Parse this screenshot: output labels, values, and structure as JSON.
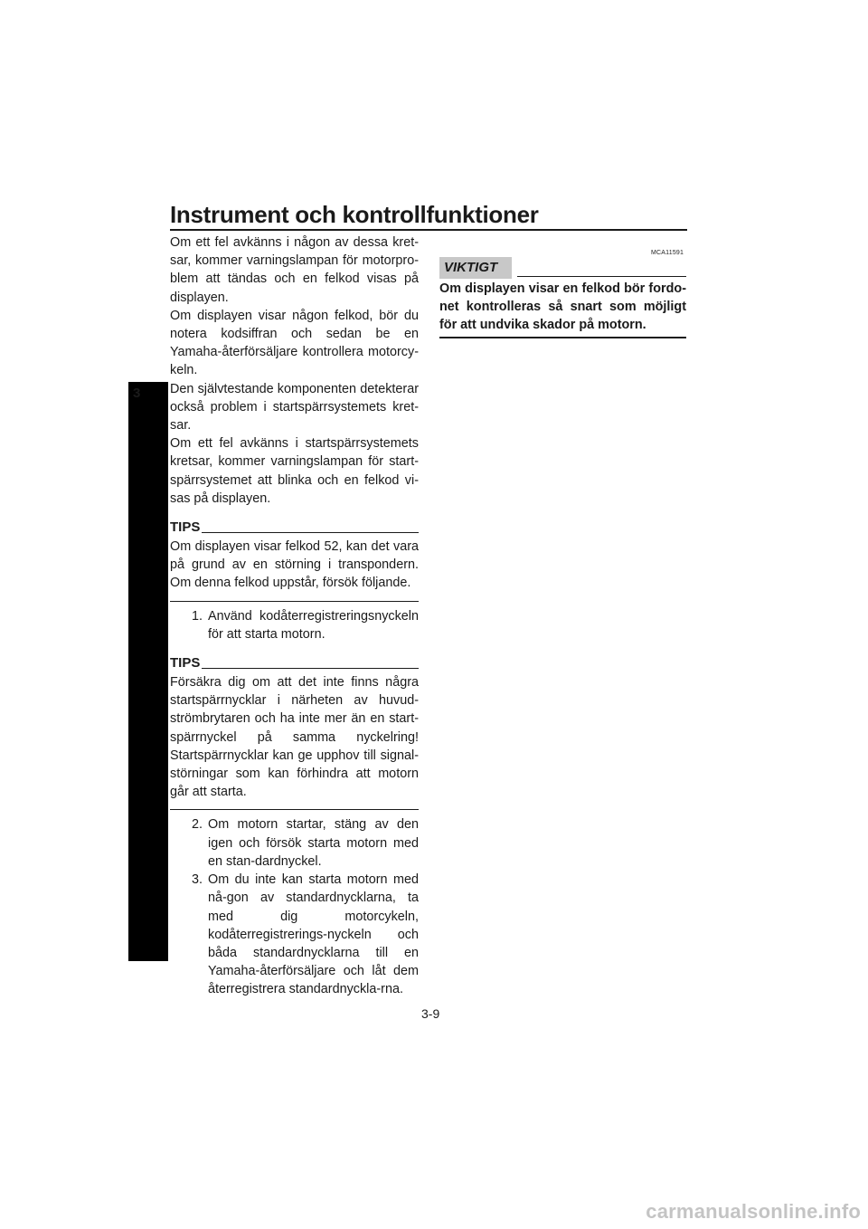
{
  "header": {
    "title": "Instrument och kontrollfunktioner",
    "chapter": "3"
  },
  "left_column": {
    "paragraphs": [
      "Om ett fel avkänns i någon av dessa kret-sar, kommer varningslampan för motorpro-blem att tändas och en felkod visas på displayen.",
      "Om displayen visar någon felkod, bör du notera kodsiffran och sedan be en Yamaha-återförsäljare kontrollera motorcy-keln.",
      "Den självtestande komponenten detekterar också problem i startspärrsystemets kret-sar.",
      "Om ett fel avkänns i startspärrsystemets kretsar, kommer varningslampan för start-spärrsystemet att blinka och en felkod vi-sas på displayen."
    ],
    "tips1": {
      "label": "TIPS",
      "text": "Om displayen visar felkod 52, kan det vara på grund av en störning i transpondern. Om denna felkod uppstår, försök följande."
    },
    "step1": {
      "num": "1.",
      "text": "Använd kodåterregistreringsnyckeln för att starta motorn."
    },
    "tips2": {
      "label": "TIPS",
      "text": "Försäkra dig om att det inte finns några startspärrnycklar i närheten av huvud-strömbrytaren och ha inte mer än en start-spärrnyckel på samma nyckelring! Startspärrnycklar kan ge upphov till signal-störningar som kan förhindra att motorn går att starta."
    },
    "steps": [
      {
        "num": "2.",
        "text": "Om motorn startar, stäng av den igen och försök starta motorn med en stan-dardnyckel."
      },
      {
        "num": "3.",
        "text": "Om du inte kan starta motorn med nå-gon av standardnycklarna, ta med dig motorcykeln, kodåterregistrerings-nyckeln och båda standardnycklarna till en Yamaha-återförsäljare och låt dem återregistrera standardnyckla-rna."
      }
    ]
  },
  "right_column": {
    "code": "MCA11591",
    "viktigt_label": "VIKTIGT",
    "viktigt_text": "Om displayen visar en felkod bör fordo-net kontrolleras så snart som möjligt för att undvika skador på motorn."
  },
  "footer": {
    "page_number": "3-9",
    "watermark": "carmanualsonline.info"
  }
}
